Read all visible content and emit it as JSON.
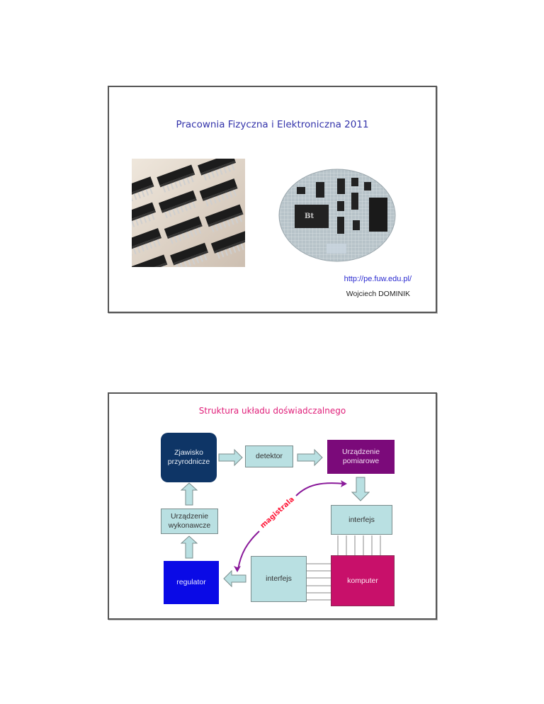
{
  "slide1": {
    "title": "Pracownia Fizyczna i Elektroniczna 2011",
    "images": [
      {
        "name": "dip-chips-photo",
        "description": "Rows of black DIP integrated circuits"
      },
      {
        "name": "wafer-photo",
        "description": "Integrated circuits placed on a silicon wafer"
      }
    ],
    "url": "http://pe.fuw.edu.pl/",
    "author": "Wojciech DOMINIK"
  },
  "slide2": {
    "title": "Struktura układu doświadczalnego",
    "blocks": {
      "phenomenon": "Zjawisko przyrodnicze",
      "detector": "detektor",
      "measuring_device": "Urządzenie pomiarowe",
      "interface_top": "interfejs",
      "actuator": "Urządzenie wykonawcze",
      "regulator": "regulator",
      "interface_bottom": "interfejs",
      "computer": "komputer"
    },
    "bus_label": "magistrala",
    "colors": {
      "phenomenon": "#0e3566",
      "measuring_device": "#7b0a7a",
      "regulator": "#0a0ae6",
      "computer": "#c8106a",
      "light_block": "#b9e0e2",
      "bus_curve": "#8a1a9a",
      "bus_label": "#ff1a3a"
    }
  }
}
